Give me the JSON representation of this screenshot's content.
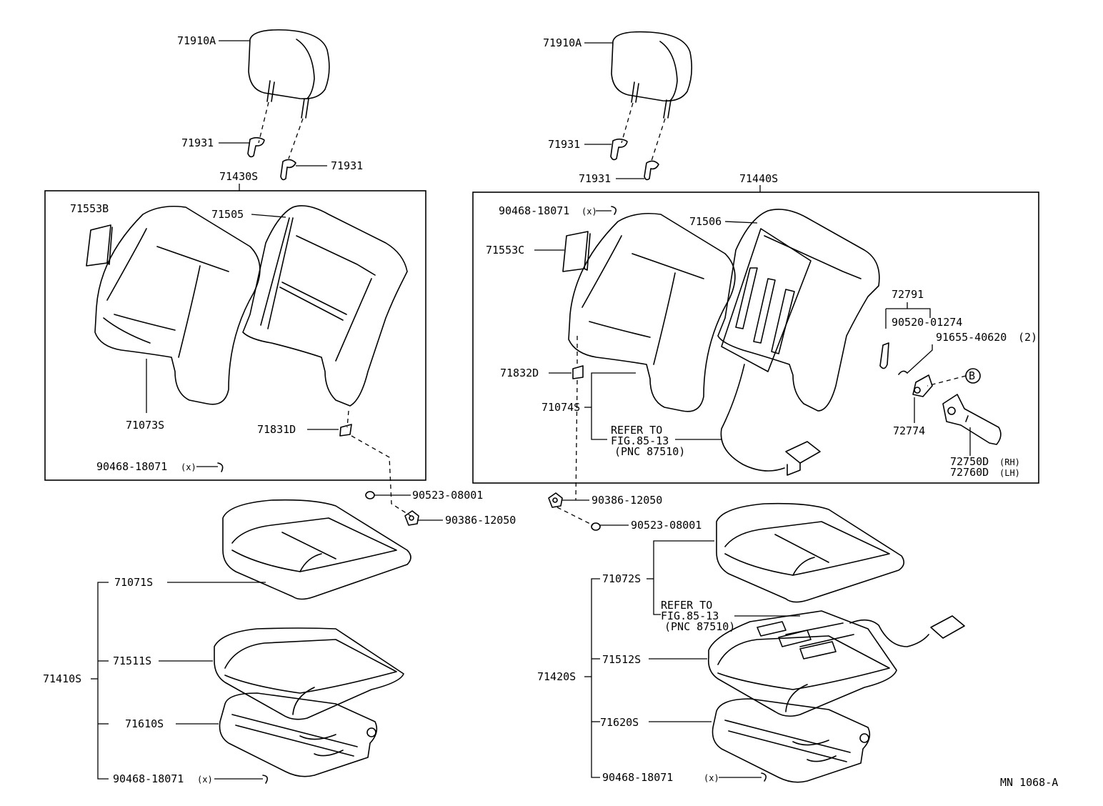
{
  "labels": {
    "headrest_left": "71910A",
    "headrest_right": "71910A",
    "support_left_a": "71931",
    "support_left_b": "71931",
    "support_right_a": "71931",
    "support_right_b": "71931",
    "back_assy_left": "71430S",
    "back_assy_right": "71440S",
    "pad_left": "71553B",
    "pad_right": "71553C",
    "frame_left": "71505",
    "frame_right": "71506",
    "cover_left": "71073S",
    "cover_right": "71074S",
    "cover_bracket_left": "71831D",
    "cover_bracket_right": "71832D",
    "hogring_left_box": "90468-18071",
    "hogring_right_box": "90468-18071",
    "washer_left": "90523-08001",
    "washer_right": "90523-08001",
    "nut_left": "90386-12050",
    "nut_right": "90386-12050",
    "p72791": "72791",
    "p90520": "90520-01274",
    "p91655": "91655-40620",
    "p91655_qty": "(2)",
    "ref_mark_b": "B",
    "p72774": "72774",
    "p72750d": "72750D",
    "p72750d_side": "(RH)",
    "p72760d": "72760D",
    "p72760d_side": "(LH)",
    "refer_back_1": "REFER TO",
    "refer_back_2": "FIG.85-13",
    "refer_back_3": "(PNC 87510)",
    "refer_cush_1": "REFER TO",
    "refer_cush_2": "FIG.85-13",
    "refer_cush_3": "(PNC 87510)",
    "cush_cover_left": "71071S",
    "cush_cover_right": "71072S",
    "cush_pad_left": "71511S",
    "cush_pad_right": "71512S",
    "cush_assy_left": "71410S",
    "cush_assy_right": "71420S",
    "cush_frame_left": "71610S",
    "cush_frame_right": "71620S",
    "hogring_left_bottom": "90468-18071",
    "hogring_right_bottom": "90468-18071",
    "x_mark": "(x)",
    "diagram_code": "MN 1068-A"
  }
}
